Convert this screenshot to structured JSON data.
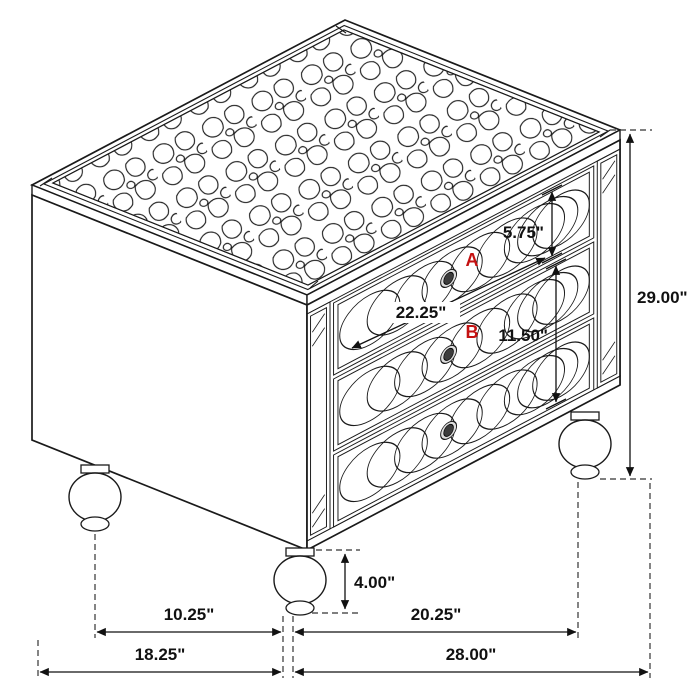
{
  "diagram": {
    "subject": "Nightstand dimension drawing",
    "colors": {
      "line": "#1a1a1a",
      "marker_red": "#c41111",
      "text": "#111111",
      "background": "#ffffff"
    },
    "markers": {
      "a": "A",
      "b": "B"
    },
    "dimensions": {
      "top_drawer_height": "5.75\"",
      "drawer_width": "22.25\"",
      "drawer_bank_height": "11.50\"",
      "overall_height": "29.00\"",
      "foot_height": "4.00\"",
      "foot_inset_depth": "10.25\"",
      "foot_span_width": "20.25\"",
      "overall_depth": "18.25\"",
      "overall_width": "28.00\""
    }
  }
}
